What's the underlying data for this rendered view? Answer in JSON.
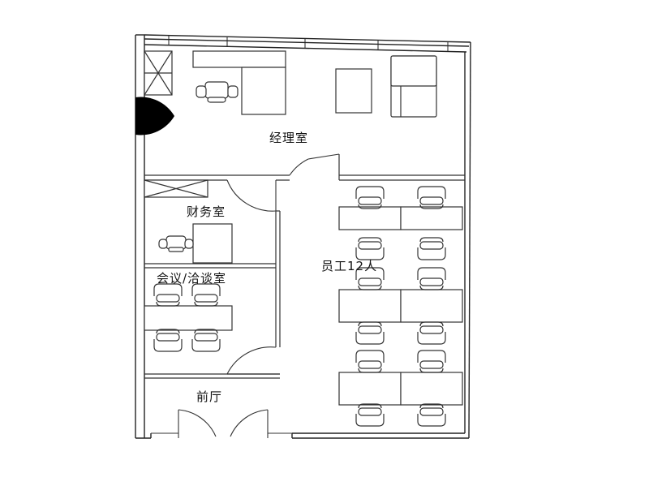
{
  "rooms": {
    "manager": "经理室",
    "finance": "财务室",
    "meeting": "会议/洽谈室",
    "staff": "员工12人",
    "lobby": "前厅"
  },
  "colors": {
    "wall": "#222222",
    "line": "#333333",
    "fill": "#ffffff",
    "column": "#000000"
  },
  "icons": [
    "chair-icon",
    "desk-icon",
    "sofa-icon",
    "door-swing-icon",
    "cabinet-icon",
    "column-icon"
  ]
}
